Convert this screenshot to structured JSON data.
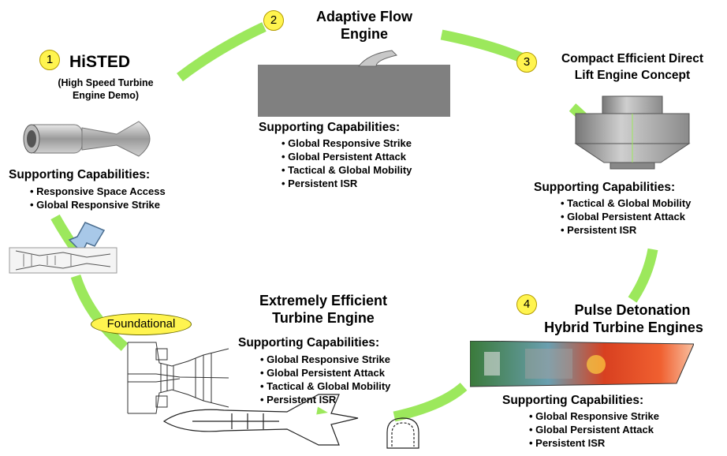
{
  "stages": [
    {
      "number": "1",
      "title": "HiSTED",
      "subtitle_lines": [
        "(High Speed Turbine",
        "Engine Demo)"
      ],
      "capabilities_heading": "Supporting Capabilities:",
      "capabilities": [
        "Responsive Space Access",
        "Global Responsive Strike"
      ]
    },
    {
      "number": "2",
      "title_lines": [
        "Adaptive Flow",
        "Engine"
      ],
      "capabilities_heading": "Supporting Capabilities:",
      "capabilities": [
        "Global Responsive Strike",
        "Global Persistent Attack",
        "Tactical & Global Mobility",
        "Persistent ISR"
      ]
    },
    {
      "number": "3",
      "title_lines": [
        "Compact Efficient Direct",
        "Lift Engine Concept"
      ],
      "capabilities_heading": "Supporting Capabilities:",
      "capabilities": [
        "Tactical & Global Mobility",
        "Global Persistent Attack",
        "Persistent ISR"
      ]
    },
    {
      "number": "4",
      "title_lines": [
        "Pulse Detonation",
        "Hybrid Turbine Engines"
      ],
      "capabilities_heading": "Supporting Capabilities:",
      "capabilities": [
        "Global Responsive Strike",
        "Global Persistent Attack",
        "Persistent ISR"
      ]
    }
  ],
  "center": {
    "title_lines": [
      "Extremely Efficient",
      "Turbine Engine"
    ],
    "capabilities_heading": "Supporting Capabilities:",
    "capabilities": [
      "Global Responsive Strike",
      "Global Persistent Attack",
      "Tactical & Global Mobility",
      "Persistent ISR"
    ]
  },
  "foundational_label": "Foundational",
  "colors": {
    "arc": "#9ce85c",
    "badge": "#fff44f"
  }
}
